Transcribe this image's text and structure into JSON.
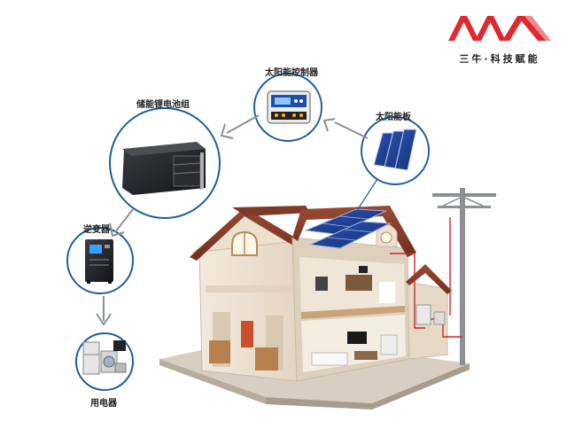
{
  "brand": {
    "name": "三牛·科技赋能",
    "logo_color": "#e0282e"
  },
  "nodes": {
    "controller": "太阳能控制器",
    "panel": "太阳能板",
    "battery": "储能锂电池组",
    "inverter": "逆变器",
    "appliances": "用电器"
  },
  "colors": {
    "circle_border": "#1f5f9a",
    "arrow": "#8a8f96",
    "wire": "#d02626",
    "panel_blue": "#1c3e8c"
  }
}
